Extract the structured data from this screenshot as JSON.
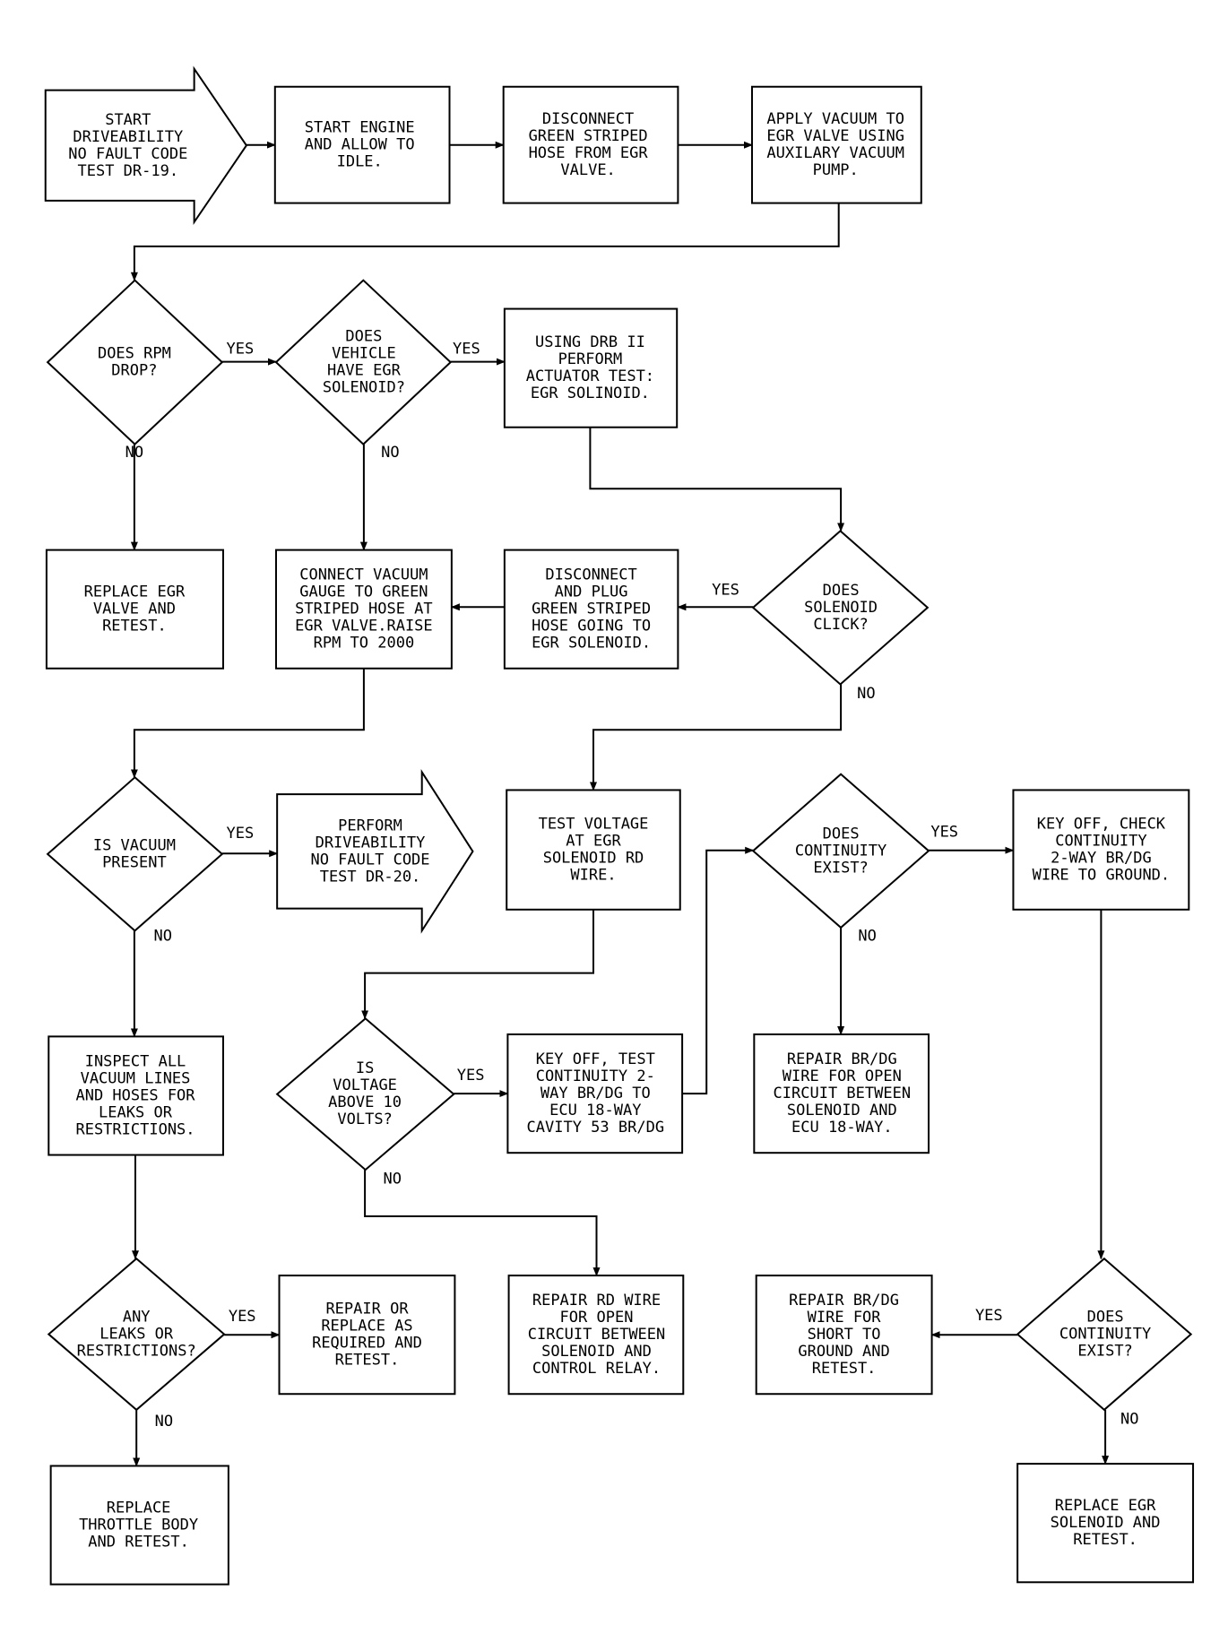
{
  "nodes": {
    "start": {
      "lines": [
        "START",
        "DRIVEABILITY",
        "NO FAULT CODE",
        "TEST DR-19."
      ]
    },
    "start_engine": {
      "lines": [
        "START ENGINE",
        "AND ALLOW TO",
        "IDLE."
      ]
    },
    "disconnect_hose": {
      "lines": [
        "DISCONNECT",
        "GREEN STRIPED",
        "HOSE FROM EGR",
        "VALVE."
      ]
    },
    "apply_vacuum": {
      "lines": [
        "APPLY VACUUM TO",
        "EGR VALVE USING",
        "AUXILARY VACUUM",
        "PUMP."
      ]
    },
    "rpm_drop": {
      "lines": [
        "DOES RPM",
        "DROP?"
      ]
    },
    "has_solenoid": {
      "lines": [
        "DOES",
        "VEHICLE",
        "HAVE EGR",
        "SOLENOID?"
      ]
    },
    "drb_test": {
      "lines": [
        "USING DRB II",
        "PERFORM",
        "ACTUATOR TEST:",
        "EGR SOLINOID."
      ]
    },
    "replace_egr_valve": {
      "lines": [
        "REPLACE EGR",
        "VALVE AND",
        "RETEST."
      ]
    },
    "connect_gauge": {
      "lines": [
        "CONNECT VACUUM",
        "GAUGE TO GREEN",
        "STRIPED HOSE AT",
        "EGR VALVE.RAISE",
        "RPM TO 2000"
      ]
    },
    "disconnect_plug": {
      "lines": [
        "DISCONNECT",
        "AND PLUG",
        "GREEN STRIPED",
        "HOSE GOING TO",
        "EGR SOLENOID."
      ]
    },
    "solenoid_click": {
      "lines": [
        "DOES",
        "SOLENOID",
        "CLICK?"
      ]
    },
    "vacuum_present": {
      "lines": [
        "IS VACUUM",
        "PRESENT"
      ]
    },
    "perform_dr20": {
      "lines": [
        "PERFORM",
        "DRIVEABILITY",
        "NO FAULT CODE",
        "TEST DR-20."
      ]
    },
    "test_voltage": {
      "lines": [
        "TEST VOLTAGE",
        "AT EGR",
        "SOLENOID RD",
        "WIRE."
      ]
    },
    "continuity_1": {
      "lines": [
        "DOES",
        "CONTINUITY",
        "EXIST?"
      ]
    },
    "key_off_check": {
      "lines": [
        "KEY OFF, CHECK",
        "CONTINUITY",
        "2-WAY BR/DG",
        "WIRE TO GROUND."
      ]
    },
    "inspect_lines": {
      "lines": [
        "INSPECT ALL",
        "VACUUM LINES",
        "AND HOSES FOR",
        "LEAKS OR",
        "RESTRICTIONS."
      ]
    },
    "voltage_above": {
      "lines": [
        "IS",
        "VOLTAGE",
        "ABOVE 10",
        "VOLTS?"
      ]
    },
    "key_off_test": {
      "lines": [
        "KEY OFF, TEST",
        "CONTINUITY 2-",
        "WAY BR/DG TO",
        "ECU 18-WAY",
        "CAVITY 53 BR/DG"
      ]
    },
    "repair_open_ecu": {
      "lines": [
        "REPAIR BR/DG",
        "WIRE FOR OPEN",
        "CIRCUIT BETWEEN",
        "SOLENOID AND",
        "ECU 18-WAY."
      ]
    },
    "any_leaks": {
      "lines": [
        "ANY",
        "LEAKS OR",
        "RESTRICTIONS?"
      ]
    },
    "repair_replace": {
      "lines": [
        "REPAIR OR",
        "REPLACE AS",
        "REQUIRED AND",
        "RETEST."
      ]
    },
    "repair_rd": {
      "lines": [
        "REPAIR RD WIRE",
        "FOR OPEN",
        "CIRCUIT BETWEEN",
        "SOLENOID AND",
        "CONTROL RELAY."
      ]
    },
    "repair_short": {
      "lines": [
        "REPAIR BR/DG",
        "WIRE FOR",
        "SHORT TO",
        "GROUND AND",
        "RETEST."
      ]
    },
    "continuity_2": {
      "lines": [
        "DOES",
        "CONTINUITY",
        "EXIST?"
      ]
    },
    "replace_throttle": {
      "lines": [
        "REPLACE",
        "THROTTLE BODY",
        "AND RETEST."
      ]
    },
    "replace_solenoid": {
      "lines": [
        "REPLACE EGR",
        "SOLENOID AND",
        "RETEST."
      ]
    }
  },
  "edge_labels": [
    {
      "id": "rpm_yes",
      "text": "YES"
    },
    {
      "id": "rpm_no",
      "text": "NO"
    },
    {
      "id": "sol_yes",
      "text": "YES"
    },
    {
      "id": "sol_no",
      "text": "NO"
    },
    {
      "id": "click_yes",
      "text": "YES"
    },
    {
      "id": "click_no",
      "text": "NO"
    },
    {
      "id": "vac_yes",
      "text": "YES"
    },
    {
      "id": "vac_no",
      "text": "NO"
    },
    {
      "id": "cont1_yes",
      "text": "YES"
    },
    {
      "id": "cont1_no",
      "text": "NO"
    },
    {
      "id": "volt_yes",
      "text": "YES"
    },
    {
      "id": "volt_no",
      "text": "NO"
    },
    {
      "id": "leaks_yes",
      "text": "YES"
    },
    {
      "id": "leaks_no",
      "text": "NO"
    },
    {
      "id": "cont2_yes",
      "text": "YES"
    },
    {
      "id": "cont2_no",
      "text": "NO"
    }
  ]
}
